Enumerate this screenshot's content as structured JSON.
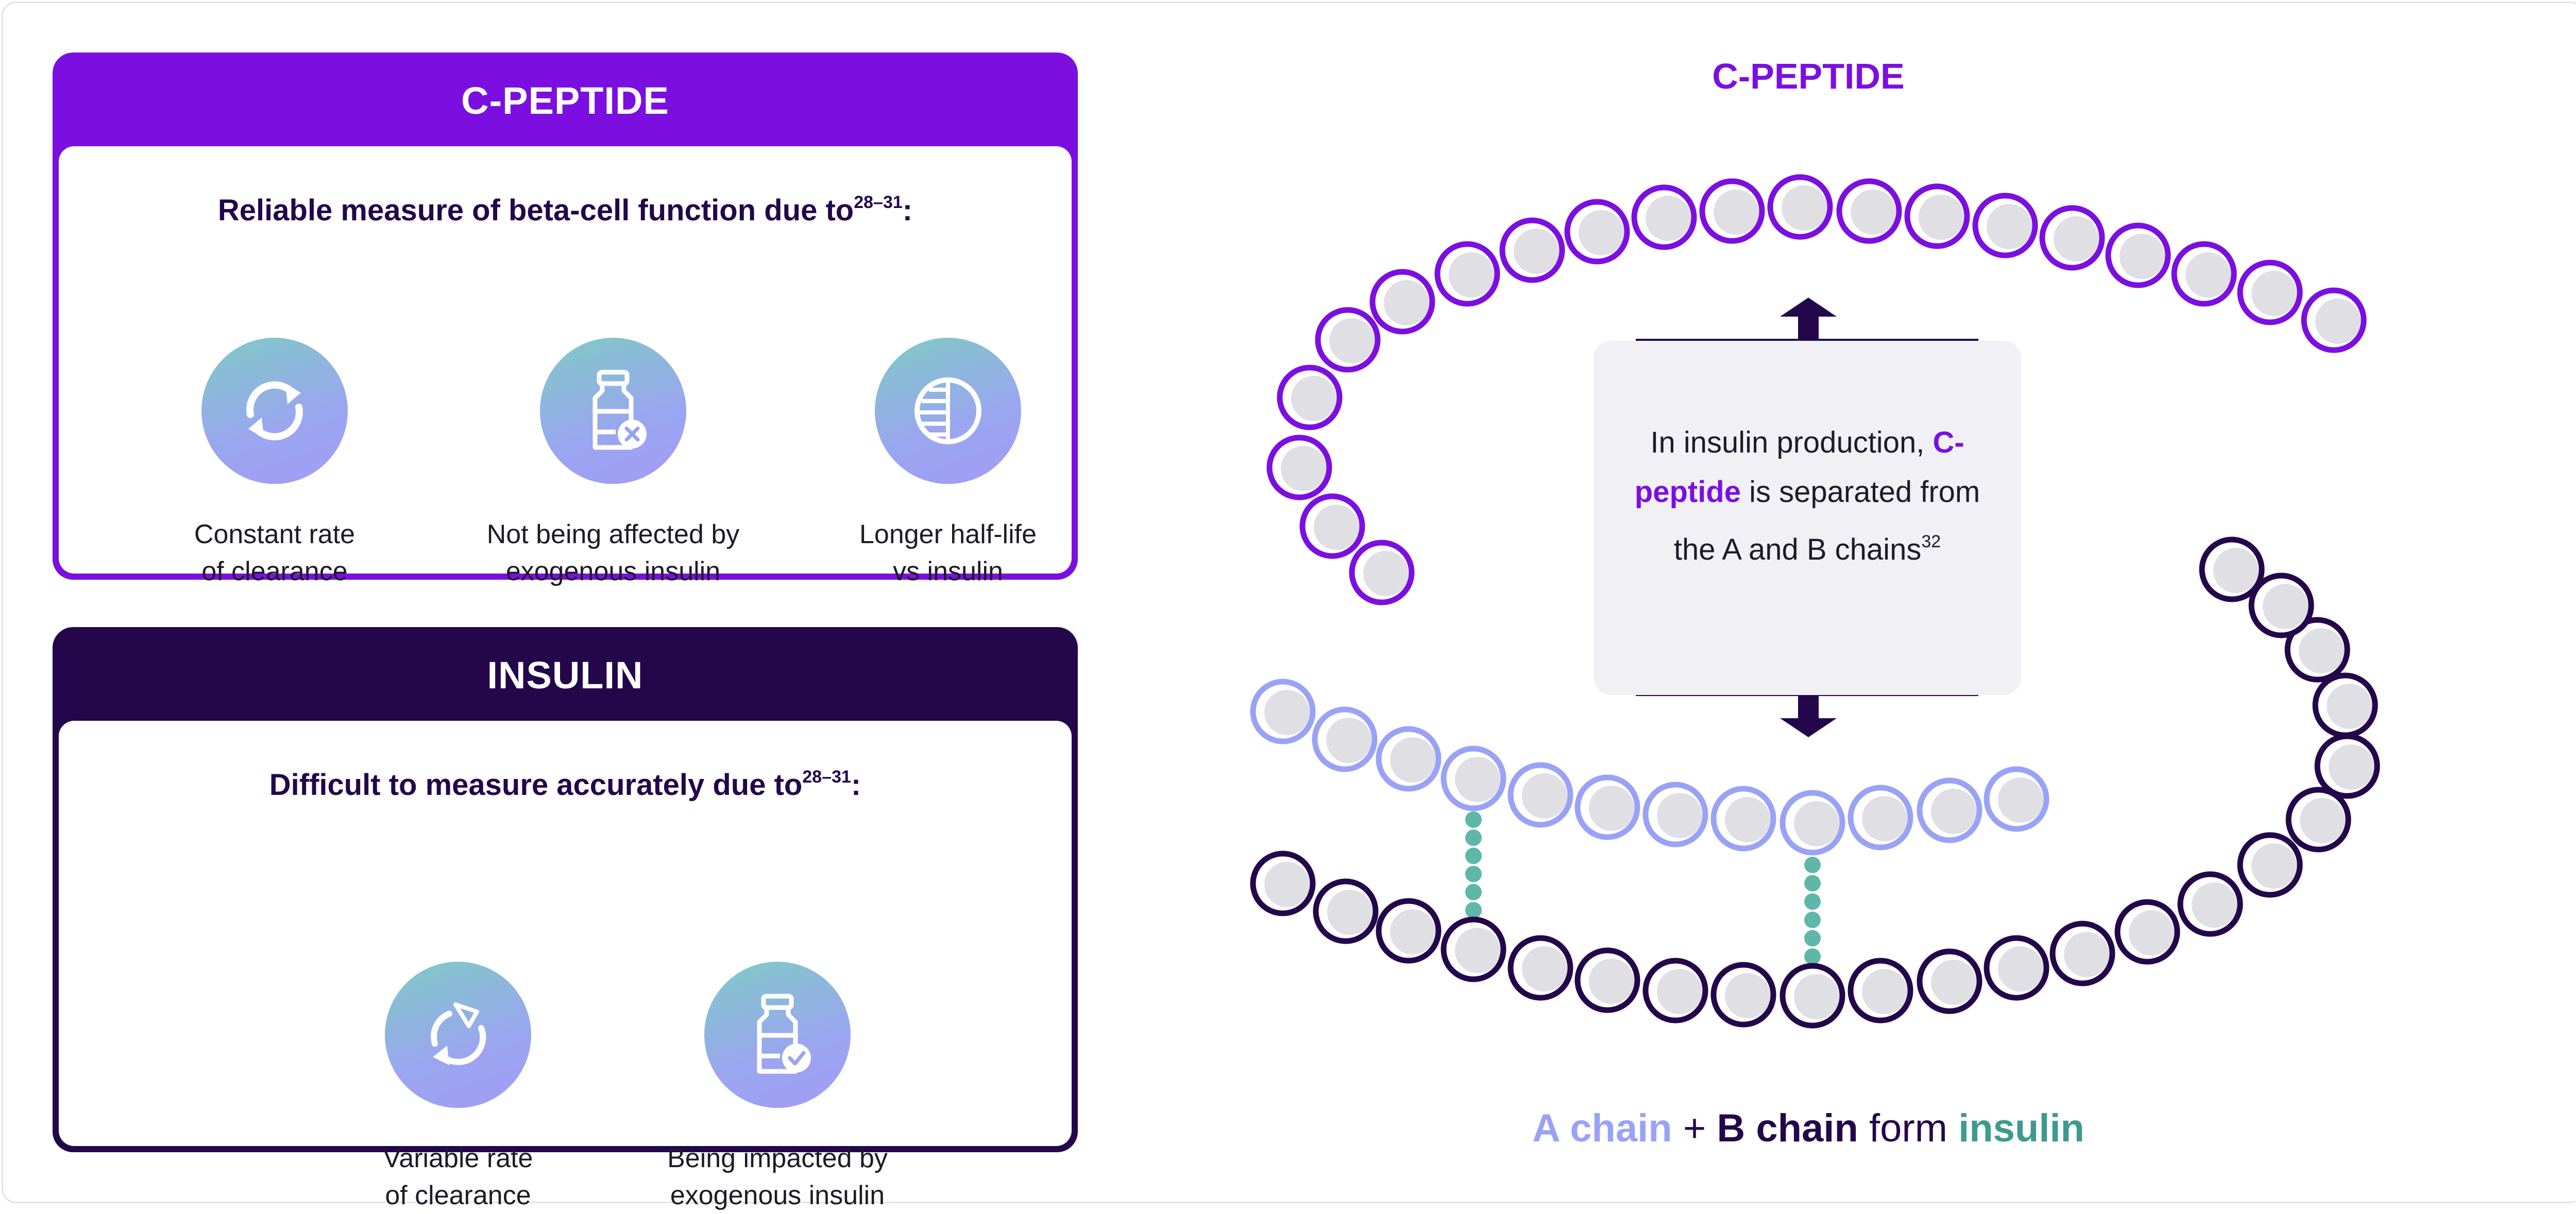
{
  "cpeptide_card": {
    "title": "C-PEPTIDE",
    "subtitle": "Reliable measure of beta-cell function due to",
    "subtitle_ref": "28–31",
    "subtitle_end": ":",
    "features": [
      {
        "icon": "refresh-cycle-icon",
        "label": "Constant rate\nof clearance"
      },
      {
        "icon": "vial-x-icon",
        "label": "Not being affected by\nexogenous insulin"
      },
      {
        "icon": "half-circle-lines-icon",
        "label": "Longer half-life\nvs insulin"
      }
    ],
    "color": "#7b0fe0"
  },
  "insulin_card": {
    "title": "INSULIN",
    "subtitle": "Difficult to measure accurately due to",
    "subtitle_ref": "28–31",
    "subtitle_end": ":",
    "features": [
      {
        "icon": "variable-cycle-icon",
        "label": "Variable rate\nof clearance"
      },
      {
        "icon": "vial-check-icon",
        "label": "Being impacted by\nexogenous insulin"
      }
    ],
    "color": "#23074a"
  },
  "diagram": {
    "title": "C-PEPTIDE",
    "center_text_before": "In insulin production,",
    "center_text_highlight": "C-peptide",
    "center_text_after": "is separated from the A and B chains",
    "center_ref": "32",
    "caption": {
      "a_chain": "A chain",
      "plus": "+",
      "b_chain": "B chain",
      "form": "form",
      "insulin": "insulin"
    },
    "colors": {
      "cpeptide": "#7b0fe0",
      "a_chain": "#9aa2f6",
      "b_chain": "#23074a",
      "bond": "#3f9a8e"
    }
  }
}
